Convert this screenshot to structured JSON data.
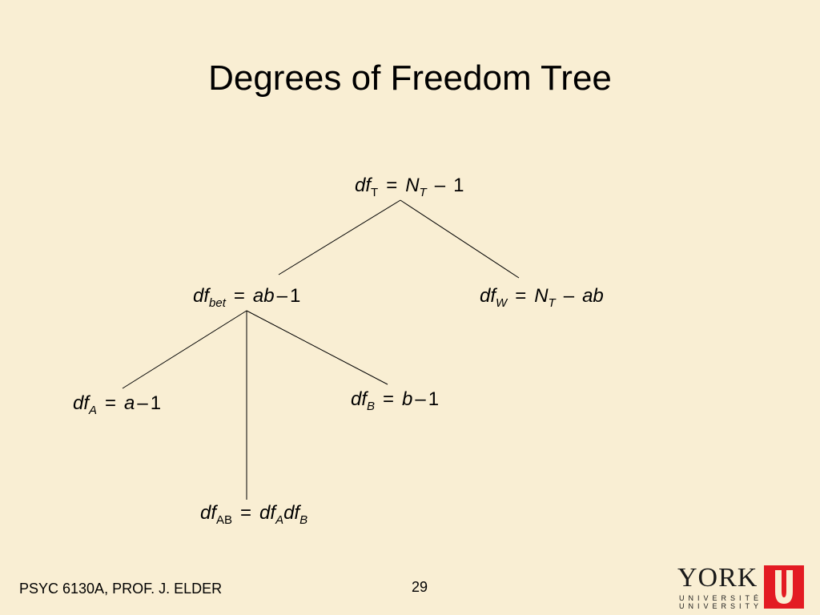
{
  "slide": {
    "title": "Degrees of Freedom Tree"
  },
  "nodes": {
    "total": {
      "df": "df",
      "sub": "T",
      "eq": "=",
      "rhs_var": "N",
      "rhs_sub": "T",
      "minus": "–",
      "one": "1"
    },
    "between": {
      "df": "df",
      "sub": "bet",
      "eq": "=",
      "rhs_var": "ab",
      "minus": "–",
      "one": "1"
    },
    "within": {
      "df": "df",
      "sub": "W",
      "eq": "=",
      "rhs_var": "N",
      "rhs_sub": "T",
      "minus": "–",
      "rhs_var2": "ab"
    },
    "factor_a": {
      "df": "df",
      "sub": "A",
      "eq": "=",
      "rhs_var": "a",
      "minus": "–",
      "one": "1"
    },
    "factor_b": {
      "df": "df",
      "sub": "B",
      "eq": "=",
      "rhs_var": "b",
      "minus": "–",
      "one": "1"
    },
    "interaction": {
      "df": "df",
      "sub": "AB",
      "eq": "=",
      "rhs_df1": "df",
      "rhs_sub1": "A",
      "rhs_df2": "df",
      "rhs_sub2": "B"
    }
  },
  "footer": {
    "course": "PSYC 6130A, PROF. J. ELDER",
    "page_number": "29"
  },
  "logo": {
    "word": "YORK",
    "line1": "UNIVERSITÉ",
    "line2": "UNIVERSITY",
    "mark_color": "#e31b23"
  }
}
